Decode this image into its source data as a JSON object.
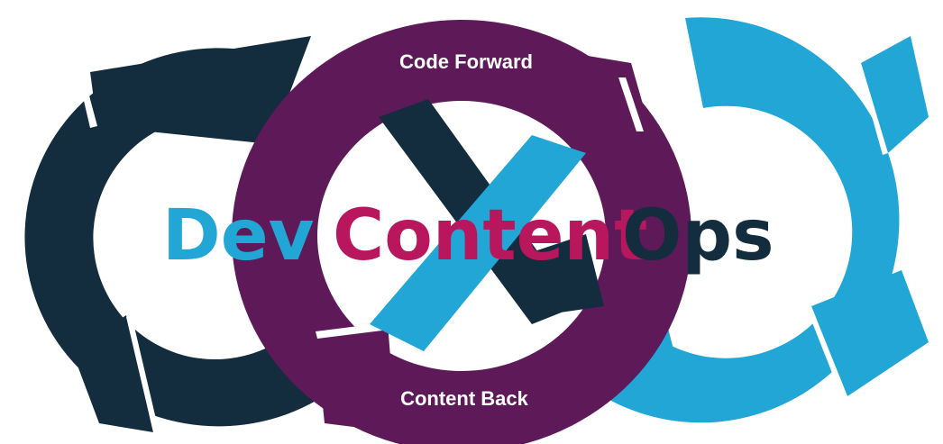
{
  "diagram": {
    "top_label": "Code Forward",
    "bottom_label": "Content Back",
    "title": {
      "part1": "Dev",
      "part2": "Content",
      "part3": "Ops"
    }
  },
  "colors": {
    "navy": "#132c3e",
    "purple": "#5e1a58",
    "cyan": "#21a6d6",
    "magenta": "#b8175d",
    "white": "#ffffff"
  }
}
